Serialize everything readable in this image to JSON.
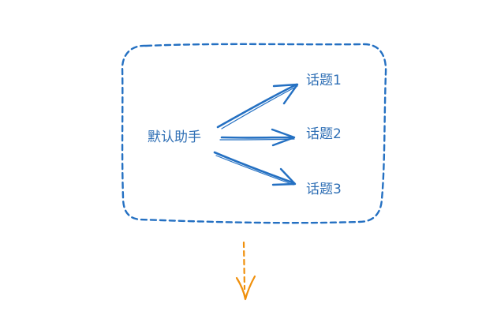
{
  "diagram": {
    "source_node": {
      "label": "默认助手"
    },
    "topics": [
      {
        "label": "话题1"
      },
      {
        "label": "话题2"
      },
      {
        "label": "话题3"
      }
    ]
  },
  "colors": {
    "frame": "#2470c2",
    "arrows": "#2470c2",
    "text": "#2f6fb5",
    "down_arrow": "#f0900c",
    "background": "#ffffff"
  }
}
